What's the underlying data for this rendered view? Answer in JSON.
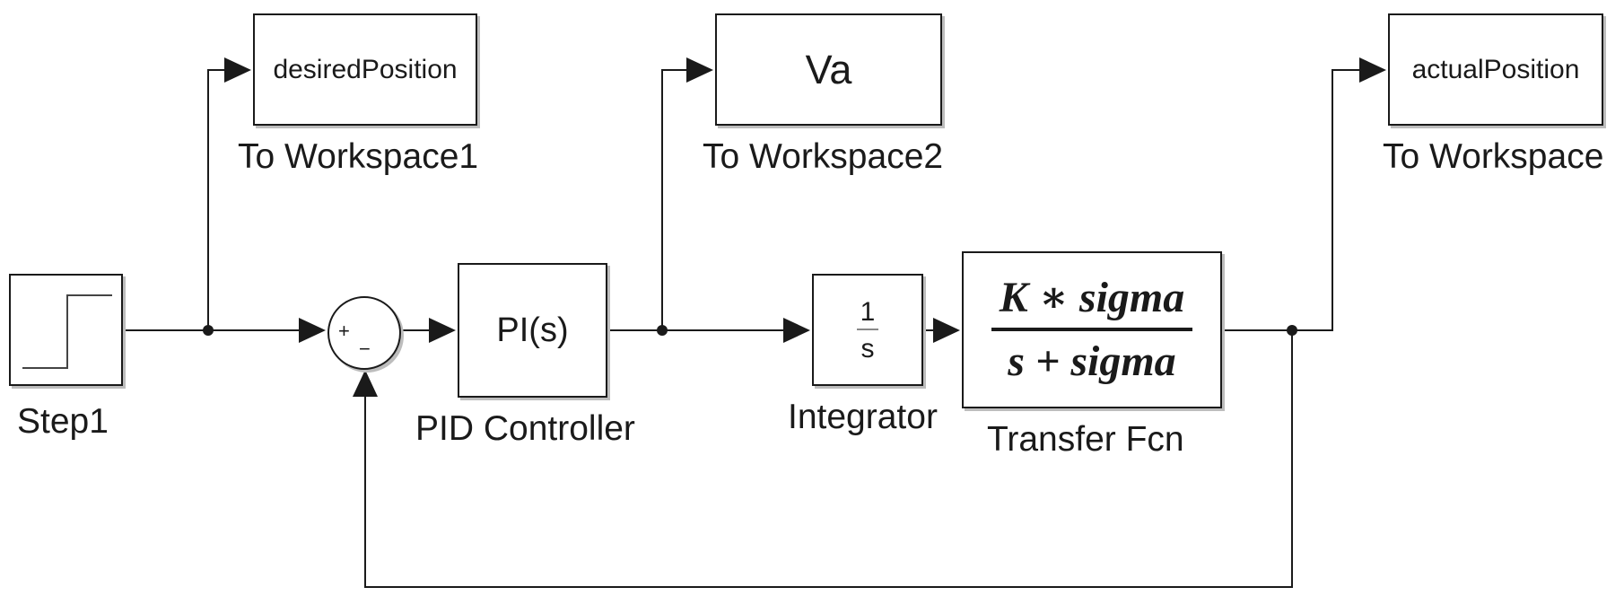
{
  "blocks": {
    "step": {
      "label": "Step1"
    },
    "sum": {
      "plus": "+",
      "minus": "−"
    },
    "pid": {
      "text": "PI(s)",
      "label": "PID Controller"
    },
    "integrator": {
      "numerator": "1",
      "denominator": "s",
      "label": "Integrator"
    },
    "transfer_fcn": {
      "numerator": "K ∗ sigma",
      "denominator": "s + sigma",
      "label": "Transfer Fcn"
    },
    "ws_desired": {
      "text": "desiredPosition",
      "label": "To Workspace1"
    },
    "ws_va": {
      "text": "Va",
      "label": "To Workspace2"
    },
    "ws_actual": {
      "text": "actualPosition",
      "label": "To Workspace"
    }
  }
}
